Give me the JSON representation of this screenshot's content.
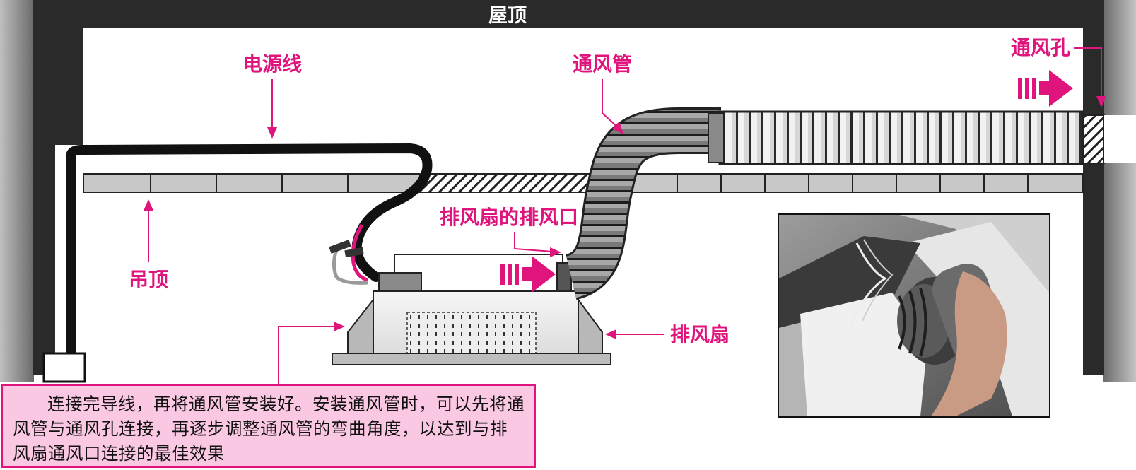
{
  "labels": {
    "roof": "屋顶",
    "power_cord": "电源线",
    "ceiling": "吊顶",
    "duct": "通风管",
    "vent_hole": "通风孔",
    "fan_outlet": "排风扇的排风口",
    "exhaust_fan": "排风扇"
  },
  "caption": "连接完导线，再将通风管安装好。安装通风管时，可以先将通风管与通风孔连接，再逐步调整通风管的弯曲角度，以达到与排风扇通风口连接的最佳效果",
  "colors": {
    "accent": "#e0147d",
    "wall": "#2a2a2a",
    "ceiling_panel": "#c8c8c8",
    "caption_bg": "#fbc8e4"
  },
  "photo": {
    "description_icon": "photo-duct-installation"
  }
}
